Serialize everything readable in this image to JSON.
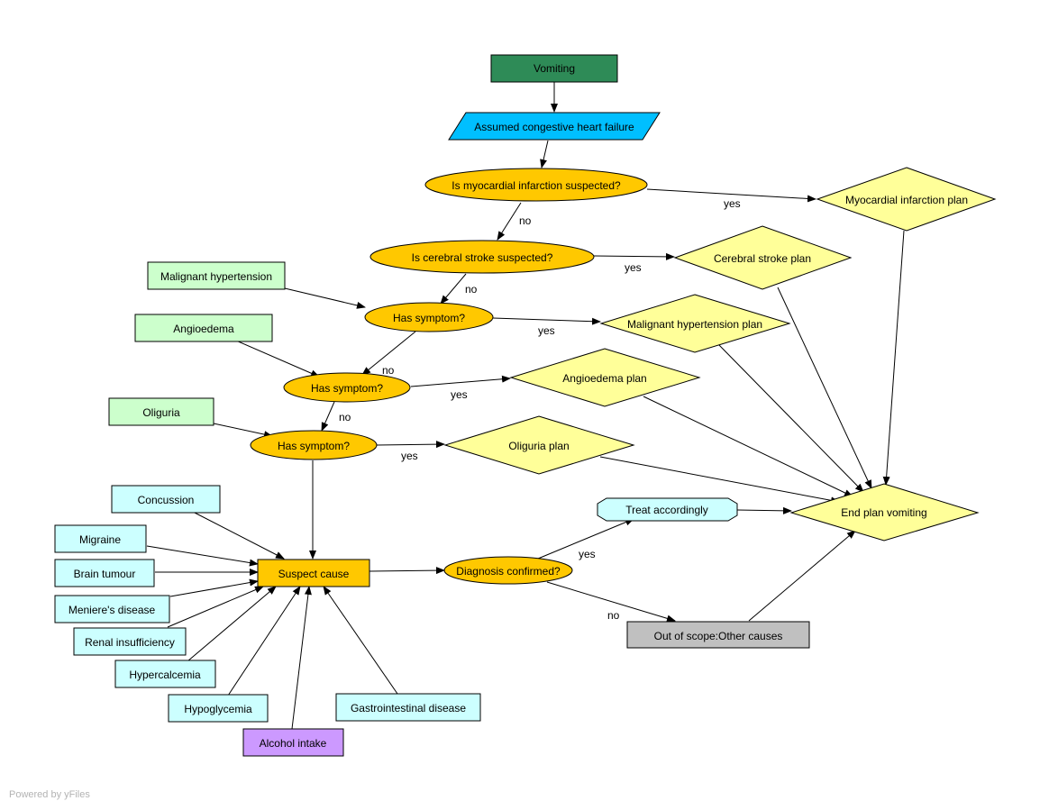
{
  "nodes": {
    "vomiting": "Vomiting",
    "assumed_chf": "Assumed congestive heart failure",
    "q_mi": "Is myocardial infarction suspected?",
    "mi_plan": "Myocardial infarction plan",
    "q_stroke": "Is cerebral stroke suspected?",
    "stroke_plan": "Cerebral stroke plan",
    "malignant_hypertension": "Malignant hypertension",
    "q_symptom_1": "Has symptom?",
    "malignant_hypertension_plan": "Malignant hypertension plan",
    "angioedema": "Angioedema",
    "q_symptom_2": "Has symptom?",
    "angioedema_plan": "Angioedema plan",
    "oliguria": "Oliguria",
    "q_symptom_3": "Has symptom?",
    "oliguria_plan": "Oliguria plan",
    "concussion": "Concussion",
    "migraine": "Migraine",
    "brain_tumour": "Brain tumour",
    "menieres": "Meniere's disease",
    "renal": "Renal insufficiency",
    "hypercalcemia": "Hypercalcemia",
    "hypoglycemia": "Hypoglycemia",
    "alcohol": "Alcohol intake",
    "gastro": "Gastrointestinal disease",
    "suspect_cause": "Suspect cause",
    "q_diagnosis": "Diagnosis confirmed?",
    "treat": "Treat accordingly",
    "out_of_scope": "Out of scope:Other causes",
    "end_plan": "End plan vomiting"
  },
  "edge_labels": {
    "mi_yes": "yes",
    "mi_no": "no",
    "stroke_yes": "yes",
    "stroke_no": "no",
    "s1_yes": "yes",
    "s1_no": "no",
    "s2_yes": "yes",
    "s2_no": "no",
    "s3_yes": "yes",
    "diag_yes": "yes",
    "diag_no": "no"
  },
  "colors": {
    "start": "#2e8b57",
    "input": "#00bfff",
    "decision": "#ffc800",
    "plan": "#ffff99",
    "symptom": "#ccffcc",
    "cause": "#ccffff",
    "alcohol": "#cc99ff",
    "out_of_scope": "#c0c0c0"
  },
  "footer": "Powered by yFiles"
}
